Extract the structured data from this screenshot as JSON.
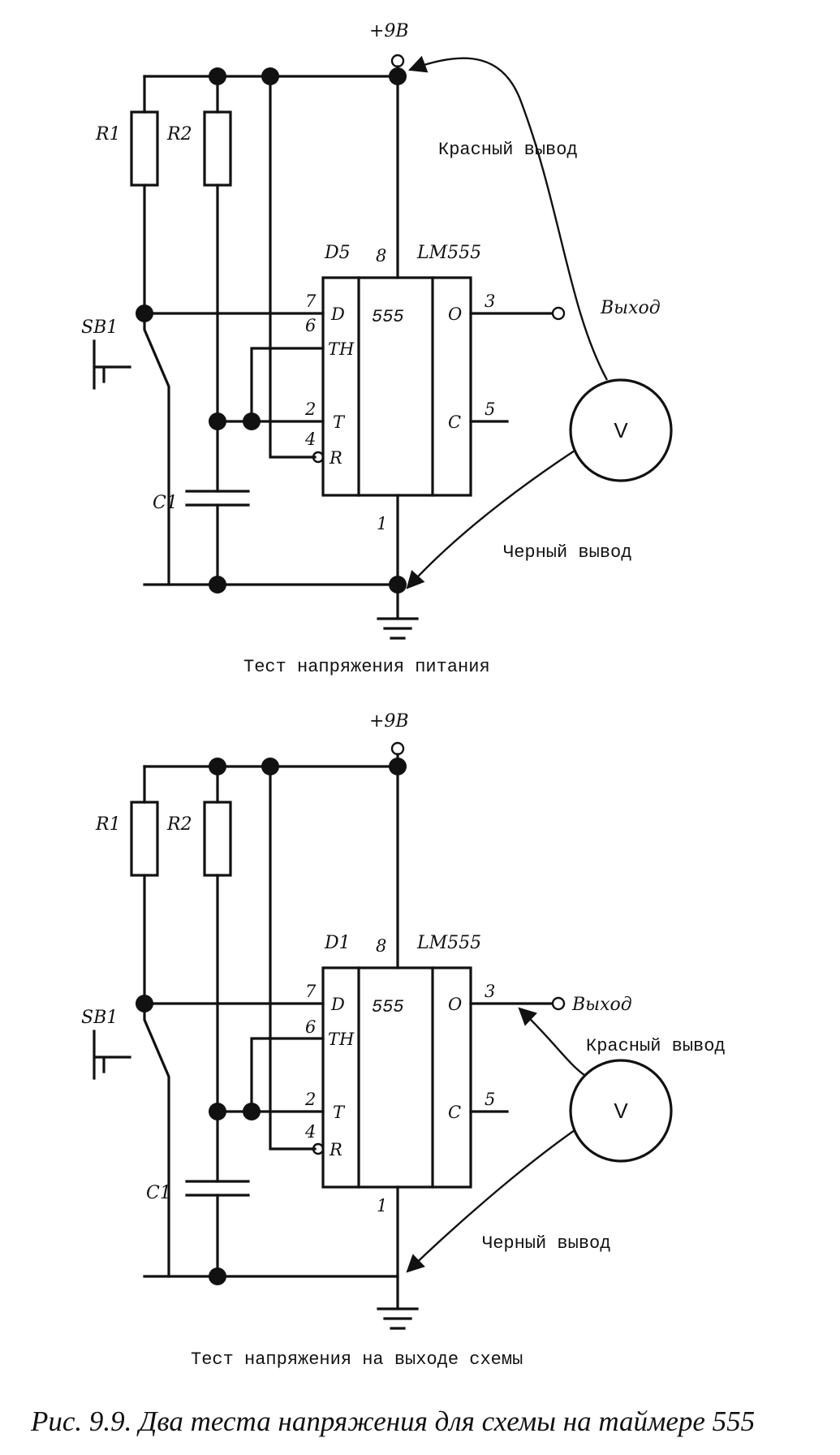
{
  "labels": {
    "supply": "+9В",
    "r1": "R1",
    "r2": "R2",
    "sb1": "SB1",
    "c1": "C1",
    "chip": "LM555",
    "chip_core": "555",
    "meter": "V",
    "output": "Выход",
    "red_lead": "Красный вывод",
    "black_lead": "Черный вывод"
  },
  "pins": {
    "discharge": {
      "num": "7",
      "name": "D"
    },
    "threshold": {
      "num": "6",
      "name": "TH"
    },
    "trigger": {
      "num": "2",
      "name": "T"
    },
    "reset": {
      "num": "4",
      "name": "R"
    },
    "vcc": {
      "num": "8"
    },
    "gnd": {
      "num": "1"
    },
    "out": {
      "num": "3",
      "name": "O"
    },
    "ctrl": {
      "num": "5",
      "name": "C"
    }
  },
  "diagrams": [
    {
      "chip_ref": "D5",
      "title": "Тест напряжения питания"
    },
    {
      "chip_ref": "D1",
      "title": "Тест напряжения на выходе схемы"
    }
  ],
  "figure_caption": "Рис. 9.9. Два теста напряжения для схемы на таймере 555"
}
